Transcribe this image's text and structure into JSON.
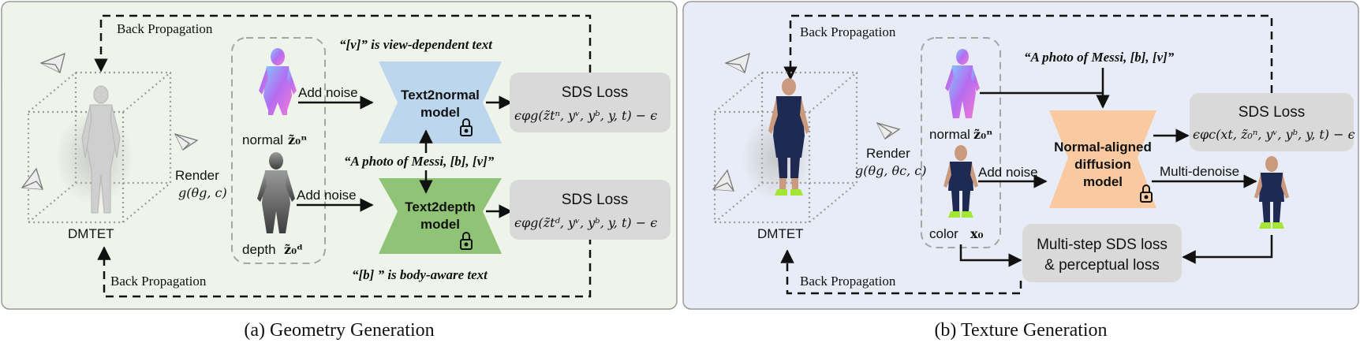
{
  "panel_a": {
    "caption": "(a) Geometry Generation",
    "back_prop_top": "Back Propagation",
    "back_prop_bottom": "Back Propagation",
    "dmtet": "DMTET",
    "render": "Render",
    "render_func": "g(θg, c)",
    "normal_label": "normal",
    "normal_sym": "z̃₀ⁿ",
    "depth_label": "depth",
    "depth_sym": "z̃₀ᵈ",
    "add_noise_1": "Add noise",
    "add_noise_2": "Add noise",
    "view_text": "“[v]” is view-dependent text",
    "prompt": "“A photo of Messi, [b], [v]”",
    "body_text": "“[b] ” is body-aware text",
    "model_normal": [
      "Text2normal",
      "model"
    ],
    "model_depth": [
      "Text2depth",
      "model"
    ],
    "sds_title_1": "SDS Loss",
    "sds_formula_1": "ϵφg(z̃tⁿ, yᵛ, yᵇ, y, t) − ϵ",
    "sds_title_2": "SDS Loss",
    "sds_formula_2": "ϵφg(z̃tᵈ, yᵛ, yᵇ, y, t) − ϵ"
  },
  "panel_b": {
    "caption": "(b) Texture Generation",
    "back_prop_top": "Back Propagation",
    "back_prop_bottom": "Back Propagation",
    "dmtet": "DMTET",
    "render": "Render",
    "render_func": "g(θg, θc, c)",
    "normal_label": "normal",
    "normal_sym": "z̃₀ⁿ",
    "color_label": "color",
    "color_sym": "x₀",
    "add_noise": "Add noise",
    "prompt": "“A photo of Messi, [b], [v]”",
    "model": [
      "Normal-aligned",
      "diffusion",
      "model"
    ],
    "sds_title": "SDS Loss",
    "sds_formula": "ϵφc(xt, z̃₀ⁿ, yᵛ, yᵇ, y, t) − ϵ",
    "multi_denoise": "Multi-denoise",
    "loss_box": [
      "Multi-step SDS loss",
      "& perceptual loss"
    ]
  },
  "colors": {
    "panel_a_bg": "#eef4ea",
    "panel_b_bg": "#e8ecf6",
    "normal_model": "#bcd6ee",
    "depth_model": "#8fc476",
    "diffusion_model": "#f9c9a1",
    "loss_box": "#d9d9d9"
  }
}
